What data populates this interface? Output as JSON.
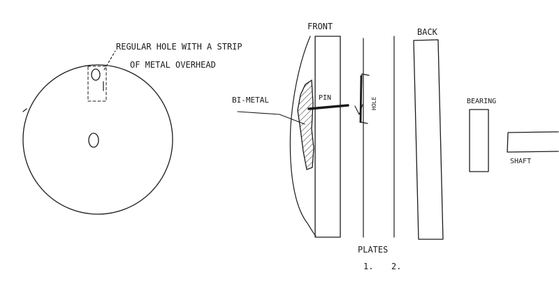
{
  "labels": {
    "hole_note_line1": "REGULAR HOLE WITH A STRIP",
    "hole_note_line2": "OF METAL OVERHEAD",
    "front": "FRONT",
    "back": "BACK",
    "bimetal": "BI-METAL",
    "pin": "PIN",
    "hole": "HOLE",
    "bearing": "BEARING",
    "shaft": "SHAFT",
    "plates": "PLATES",
    "plate_1": "1.",
    "plate_2": "2."
  },
  "colors": {
    "ink": "#1a1a1a",
    "paper": "#ffffff"
  }
}
